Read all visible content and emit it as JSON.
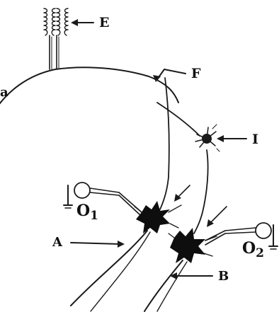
{
  "labels": {
    "E": "E",
    "F": "F",
    "I": "I",
    "A": "A",
    "B": "B",
    "O1_main": "O",
    "O1_sub": "1",
    "O2_main": "O",
    "O2_sub": "2",
    "edge_letter": "a"
  },
  "colors": {
    "ink": "#1a1a1a",
    "background": "#ffffff"
  }
}
